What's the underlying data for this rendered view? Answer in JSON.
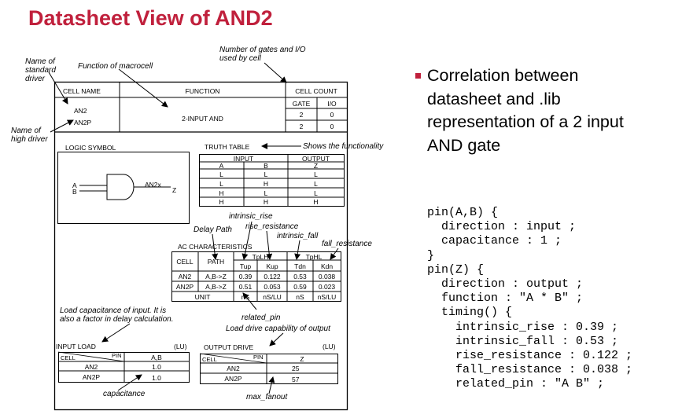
{
  "title": "Datasheet View of AND2",
  "annotations": {
    "std_driver": [
      "Name of",
      "standard",
      "driver"
    ],
    "high_driver": [
      "Name of",
      "high driver"
    ],
    "macrocell": "Function of macrocell",
    "gates_io": [
      "Number of gates and I/O",
      "used by cell"
    ],
    "functionality": "Shows the functionality",
    "intrinsic_rise": "intrinsic_rise",
    "rise_resistance": "rise_resistance",
    "delay_path": "Delay Path",
    "intrinsic_fall": "intrinsic_fall",
    "fall_resistance": "fall_resistance",
    "load_cap": [
      "Load capacitance of input. It is",
      "also a factor in delay calculation."
    ],
    "related_pin": "related_pin",
    "load_drive": "Load drive capability of output",
    "capacitance": "capacitance",
    "max_fanout": "max_fanout"
  },
  "datasheet": {
    "header": {
      "cell_name": "CELL NAME",
      "function": "FUNCTION",
      "cell_count": "CELL COUNT",
      "gate": "GATE",
      "io": "I/O"
    },
    "cells": [
      {
        "name": "AN2",
        "gate": "2",
        "io": "0"
      },
      {
        "name": "AN2P",
        "gate": "2",
        "io": "0"
      }
    ],
    "function_value": "2-INPUT AND",
    "logic_symbol": {
      "title": "LOGIC SYMBOL",
      "in_a": "A",
      "in_b": "B",
      "cell": "AN2x",
      "out": "Z"
    },
    "truth_table": {
      "title": "TRUTH TABLE",
      "input_header": "INPUT",
      "output_header": "OUTPUT",
      "columns": [
        "A",
        "B",
        "Z"
      ],
      "rows": [
        [
          "A",
          "B",
          "Z"
        ],
        [
          "L",
          "L",
          "L"
        ],
        [
          "L",
          "H",
          "L"
        ],
        [
          "H",
          "L",
          "L"
        ],
        [
          "H",
          "H",
          "H"
        ]
      ]
    },
    "ac": {
      "title": "AC CHARACTERISTICS",
      "cell": "CELL",
      "path": "PATH",
      "tplh": "TpLH",
      "tphl": "TpHL",
      "sub": [
        "Tup",
        "Kup",
        "Tdn",
        "Kdn"
      ],
      "rows": [
        {
          "cell": "AN2",
          "path": "A,B->Z",
          "v": [
            "0.39",
            "0.122",
            "0.53",
            "0.038"
          ]
        },
        {
          "cell": "AN2P",
          "path": "A,B->Z",
          "v": [
            "0.51",
            "0.053",
            "0.59",
            "0.023"
          ]
        }
      ],
      "unit_label": "UNIT",
      "units": [
        "nS",
        "nS/LU",
        "nS",
        "nS/LU"
      ]
    },
    "input_load": {
      "title": "INPUT LOAD",
      "unit": "(LU)",
      "cell": "CELL",
      "pin": "PIN",
      "col": "A,B",
      "rows": [
        {
          "cell": "AN2",
          "val": "1.0"
        },
        {
          "cell": "AN2P",
          "val": "1.0"
        }
      ]
    },
    "output_drive": {
      "title": "OUTPUT DRIVE",
      "unit": "(LU)",
      "cell": "CELL",
      "pin": "PIN",
      "col": "Z",
      "rows": [
        {
          "cell": "AN2",
          "val": "25"
        },
        {
          "cell": "AN2P",
          "val": "57"
        }
      ]
    }
  },
  "bullet": {
    "lines": [
      "Correlation between",
      "datasheet and .lib",
      "representation of a 2 input",
      "AND gate"
    ],
    "accent_color": "#c0203c"
  },
  "code_lines": [
    "pin(A,B) {",
    "  direction : input ;",
    "  capacitance : 1 ;",
    "}",
    "pin(Z) {",
    "  direction : output ;",
    "  function : \"A * B\" ;",
    "  timing() {",
    "    intrinsic_rise : 0.39 ;",
    "    intrinsic_fall : 0.53 ;",
    "    rise_resistance : 0.122 ;",
    "    fall_resistance : 0.038 ;",
    "    related_pin : \"A B\" ;"
  ]
}
